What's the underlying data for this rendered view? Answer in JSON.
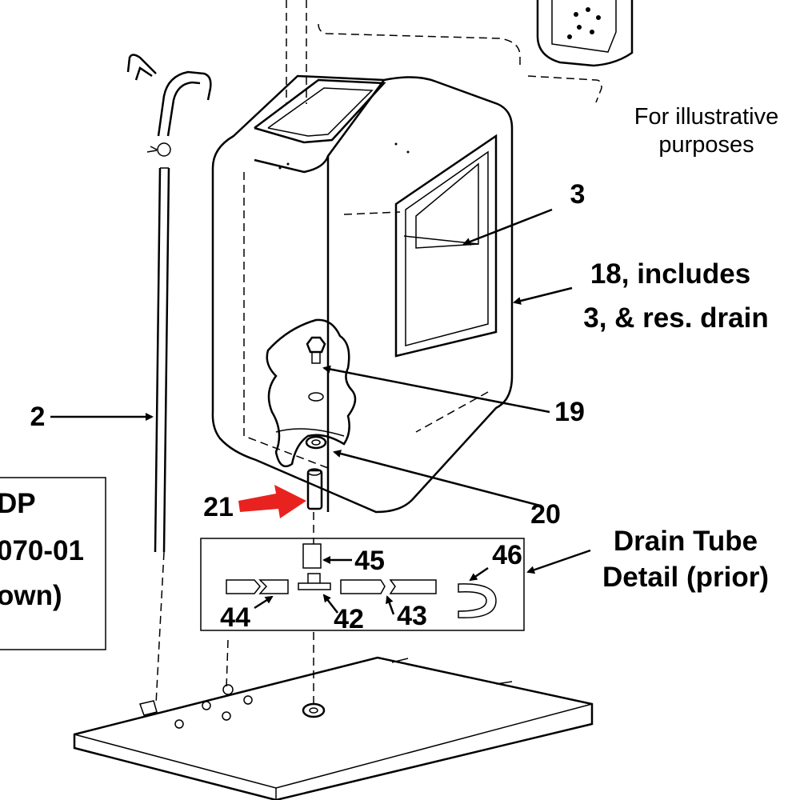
{
  "note": {
    "line1": "For illustrative",
    "line2": "purposes"
  },
  "callouts": {
    "c2": "2",
    "c3": "3",
    "c18_line1": "18, includes",
    "c18_line2": "3, & res. drain",
    "c19": "19",
    "c20": "20",
    "c21": "21",
    "c42": "42",
    "c43": "43",
    "c44": "44",
    "c45": "45",
    "c46": "46"
  },
  "detail": {
    "title_line1": "Drain Tube",
    "title_line2": "Detail (prior)"
  },
  "side_box": {
    "line1": "DP",
    "line2": "070-01",
    "line3": "own)"
  },
  "colors": {
    "ink": "#000000",
    "highlight_arrow": "#e8231f",
    "background": "#ffffff"
  }
}
